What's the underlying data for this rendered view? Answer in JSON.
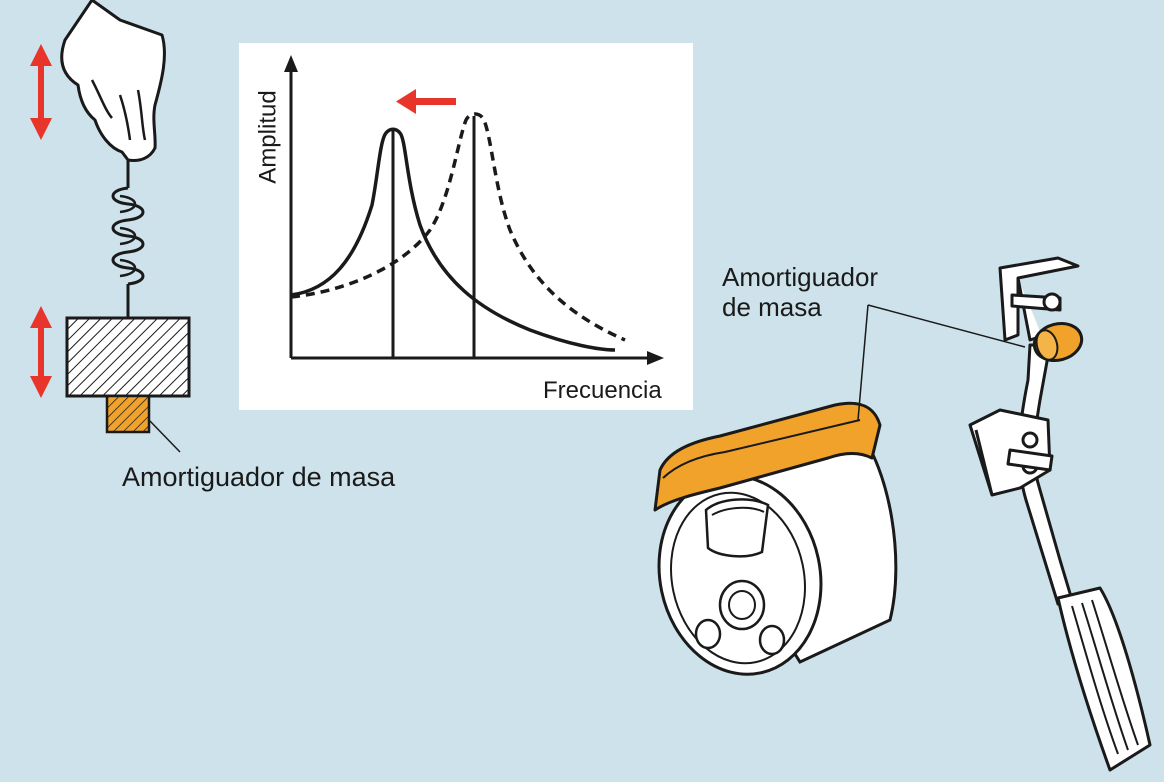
{
  "labels": {
    "mass_damper_left": "Amortiguador de masa",
    "mass_damper_right_line1": "Amortiguador",
    "mass_damper_right_line2": "de masa"
  },
  "graph": {
    "xlabel": "Frecuencia",
    "ylabel": "Amplitud",
    "curves": [
      "solid",
      "dashed"
    ],
    "shift_arrow_direction": "left"
  },
  "colors": {
    "background": "#cde2ea",
    "damper_orange": "#f0a22a",
    "arrow_red": "#e8352b",
    "line": "#1a1a1a"
  }
}
